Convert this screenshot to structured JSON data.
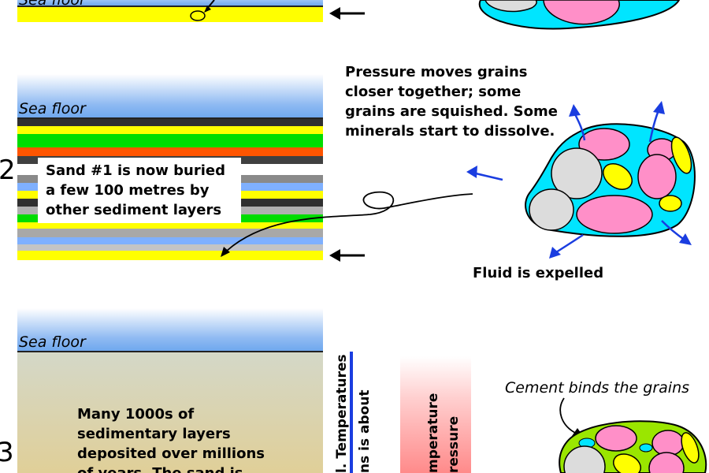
{
  "stage1": {
    "sea_floor_label": "Sea floor"
  },
  "stage2": {
    "number": "2",
    "sea_floor_label": "Sea floor",
    "caption_lines": [
      "Sand #1 is now buried",
      "a few 100 metres by",
      "other sediment layers"
    ],
    "pressure_lines": [
      "Pressure moves grains",
      "closer together; some",
      "grains are squished. Some",
      "minerals start to dissolve."
    ],
    "fluid_label": "Fluid is expelled"
  },
  "stage3": {
    "number": "3",
    "sea_floor_label": "Sea floor",
    "caption_lines": [
      "Many 1000s of",
      "sedimentary layers",
      "deposited over millions",
      "of years. The sand is"
    ],
    "vertical_text_1": [
      "l. Temperatures",
      "ns is about"
    ],
    "vertical_text_2": [
      "mperature",
      "ressure"
    ],
    "cement_label": "Cement binds the grains"
  },
  "colors": {
    "sea_top": "#ffffff",
    "sea_bottom": "#6fa8ee",
    "sand_yellow": "#ffff00",
    "green": "#00dd00",
    "orange": "#ff5500",
    "gray": "#b0b0b0",
    "blue_layer": "#7fb0ff",
    "dark": "#303030",
    "fluid_cyan": "#00e5ff",
    "grain_pink": "#ff8fc8",
    "grain_gray": "#dcdcdc",
    "cement_green": "#9ae600",
    "sediment_tan": "#d9cfa0",
    "arrow_blue": "#1a3de0"
  }
}
